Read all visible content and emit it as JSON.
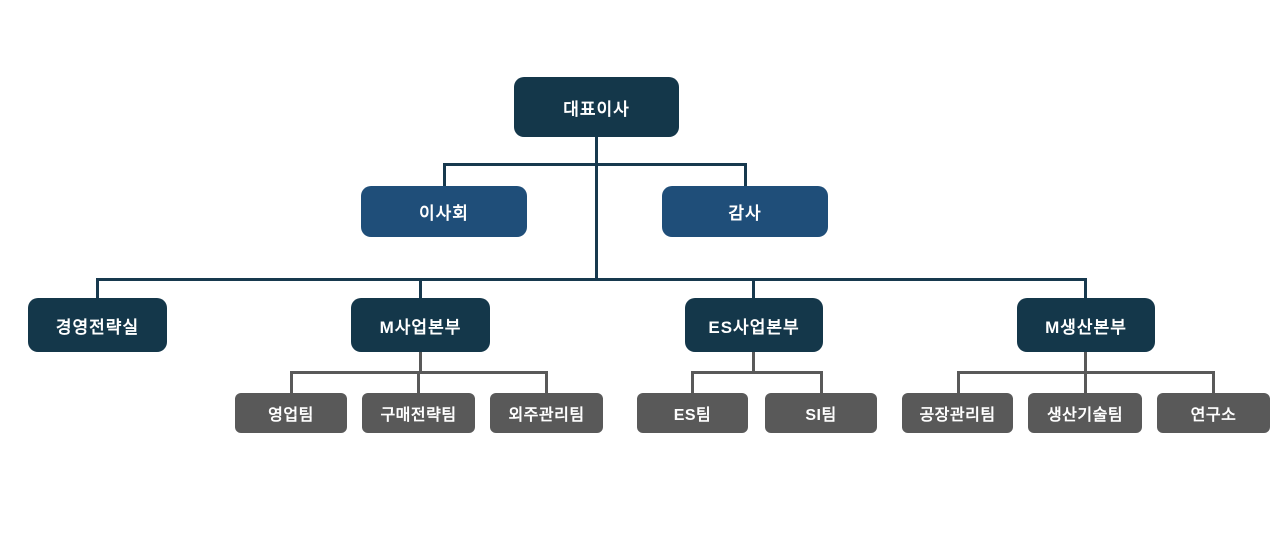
{
  "org_chart": {
    "type": "org-tree",
    "colors": {
      "executive_box": "#14374A",
      "governance_box": "#1F4E79",
      "team_box": "#595959",
      "connector_primary": "#17394E",
      "connector_team": "#595959",
      "text": "#FFFFFF",
      "background": "#FFFFFF"
    },
    "nodes": {
      "ceo": {
        "label": "대표이사"
      },
      "board": {
        "label": "이사회"
      },
      "auditor": {
        "label": "감사"
      },
      "strategy_office": {
        "label": "경영전략실"
      },
      "m_business_division": {
        "label": "M사업본부"
      },
      "es_business_division": {
        "label": "ES사업본부"
      },
      "m_production_division": {
        "label": "M생산본부"
      },
      "sales_team": {
        "label": "영업팀"
      },
      "purchasing_strategy_team": {
        "label": "구매전략팀"
      },
      "outsourcing_mgmt_team": {
        "label": "외주관리팀"
      },
      "es_team": {
        "label": "ES팀"
      },
      "si_team": {
        "label": "SI팀"
      },
      "factory_mgmt_team": {
        "label": "공장관리팀"
      },
      "production_tech_team": {
        "label": "생산기술팀"
      },
      "research_institute": {
        "label": "연구소"
      }
    },
    "edges": [
      [
        "ceo",
        "board"
      ],
      [
        "ceo",
        "auditor"
      ],
      [
        "ceo",
        "strategy_office"
      ],
      [
        "ceo",
        "m_business_division"
      ],
      [
        "ceo",
        "es_business_division"
      ],
      [
        "ceo",
        "m_production_division"
      ],
      [
        "m_business_division",
        "sales_team"
      ],
      [
        "m_business_division",
        "purchasing_strategy_team"
      ],
      [
        "m_business_division",
        "outsourcing_mgmt_team"
      ],
      [
        "es_business_division",
        "es_team"
      ],
      [
        "es_business_division",
        "si_team"
      ],
      [
        "m_production_division",
        "factory_mgmt_team"
      ],
      [
        "m_production_division",
        "production_tech_team"
      ],
      [
        "m_production_division",
        "research_institute"
      ]
    ]
  }
}
